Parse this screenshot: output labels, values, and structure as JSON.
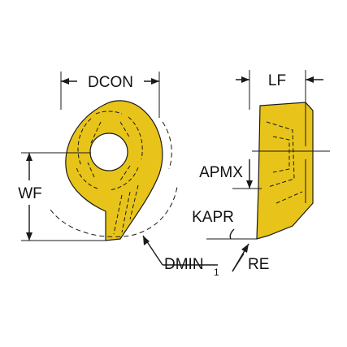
{
  "labels": {
    "dcon": "DCON",
    "lf": "LF",
    "wf": "WF",
    "apmx": "APMX",
    "kapr": "KAPR",
    "dmin": "DMIN",
    "dmin_sub": "1",
    "re": "RE"
  },
  "colors": {
    "insert": "#e8c41a",
    "line": "#1a1a1a",
    "background": "#ffffff"
  }
}
